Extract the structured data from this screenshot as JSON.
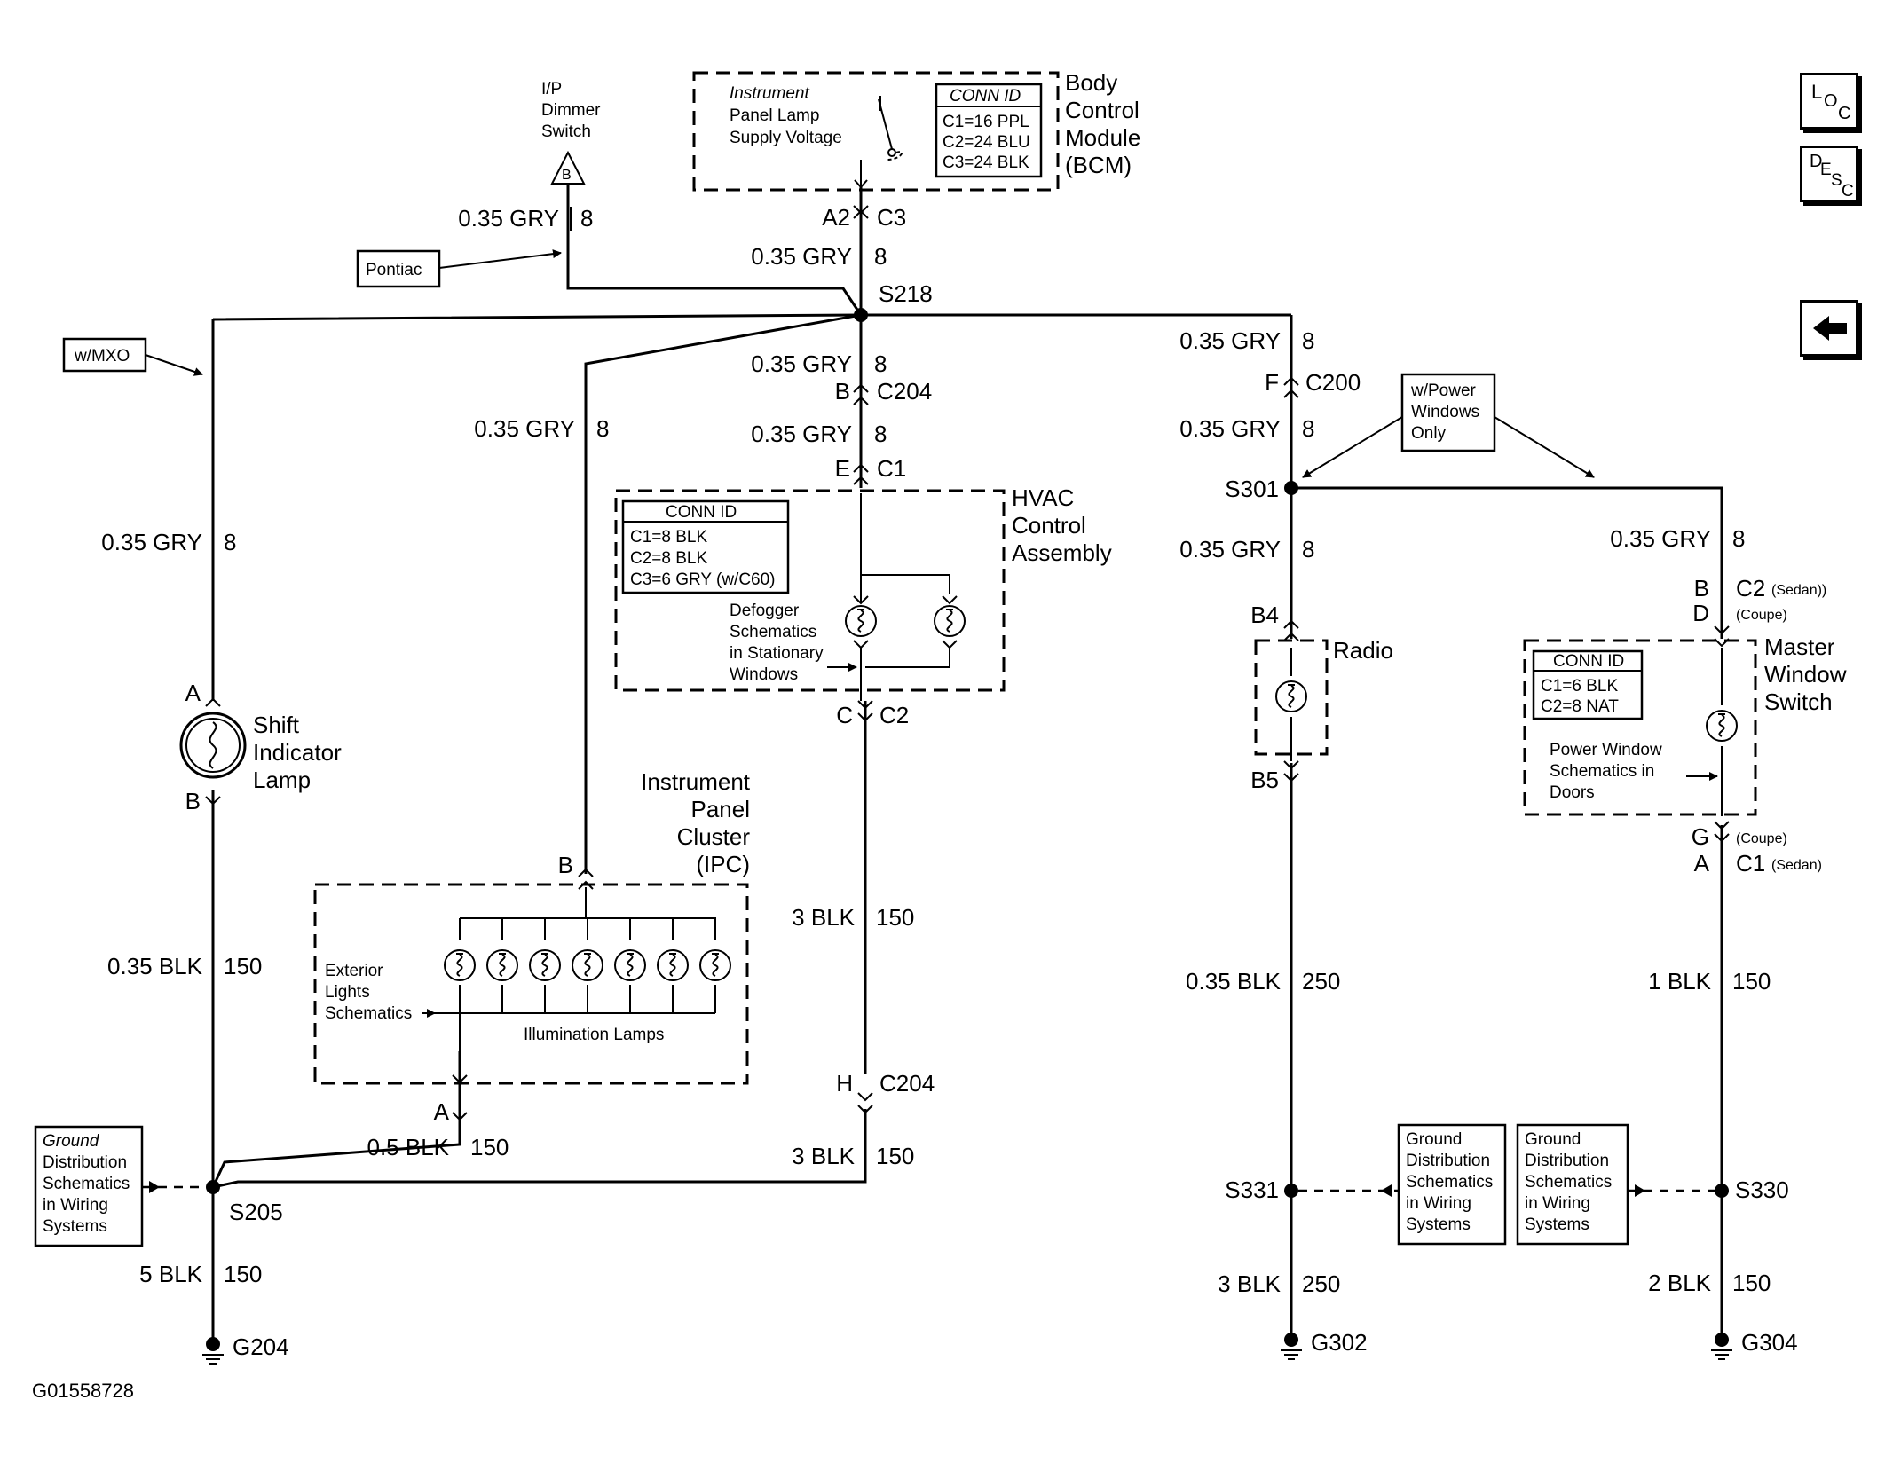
{
  "nav": {
    "loc": {
      "l1": "L",
      "l2": "O",
      "l3": "C"
    },
    "desc": {
      "l1": "D",
      "l2": "E",
      "l3": "S",
      "l4": "C"
    },
    "back_icon": "left-arrow-icon"
  },
  "modules": {
    "bcm": {
      "name": [
        "Body",
        "Control",
        "Module",
        "(BCM)"
      ],
      "inner": [
        "Instrument",
        "Panel Lamp",
        "Supply Voltage"
      ],
      "conn_title": "CONN ID",
      "conn": [
        "C1=16 PPL",
        "C2=24 BLU",
        "C3=24 BLK"
      ]
    },
    "hvac": {
      "name": [
        "HVAC",
        "Control",
        "Assembly"
      ],
      "conn_title": "CONN ID",
      "conn": [
        "C1=8 BLK",
        "C2=8 BLK",
        "C3=6 GRY (w/C60)"
      ],
      "note": [
        "Defogger",
        "Schematics",
        "in Stationary",
        "Windows"
      ]
    },
    "ipc": {
      "name": [
        "Instrument",
        "Panel",
        "Cluster",
        "(IPC)"
      ],
      "note": [
        "Exterior",
        "Lights",
        "Schematics"
      ],
      "lamps": "Illumination Lamps"
    },
    "radio": {
      "name": "Radio"
    },
    "mws": {
      "name": [
        "Master",
        "Window",
        "Switch"
      ],
      "conn_title": "CONN ID",
      "conn": [
        "C1=6 BLK",
        "C2=8 NAT"
      ],
      "note": [
        "Power Window",
        "Schematics in",
        "Doors"
      ]
    },
    "dimmer": {
      "name": [
        "I/P",
        "Dimmer",
        "Switch"
      ],
      "ref": "B"
    },
    "shift": {
      "name": [
        "Shift",
        "Indicator",
        "Lamp"
      ]
    }
  },
  "notes": {
    "pontiac": "Pontiac",
    "mxo": "w/MXO",
    "power_windows": [
      "w/Power",
      "Windows",
      "Only"
    ],
    "ground_dist": [
      "Ground",
      "Distribution",
      "Schematics",
      "in Wiring",
      "Systems"
    ]
  },
  "wires": {
    "dimmer": {
      "size": "0.35 GRY",
      "circuit": "8"
    },
    "bcm_out": {
      "size": "0.35 GRY",
      "circuit": "8"
    },
    "c204_top": {
      "size": "0.35 GRY",
      "circuit": "8"
    },
    "hvac_in": {
      "size": "0.35 GRY",
      "circuit": "8"
    },
    "ipc_feed": {
      "size": "0.35 GRY",
      "circuit": "8"
    },
    "shift_feed": {
      "size": "0.35 GRY",
      "circuit": "8"
    },
    "c200_top": {
      "size": "0.35 GRY",
      "circuit": "8"
    },
    "c200_bot": {
      "size": "0.35 GRY",
      "circuit": "8"
    },
    "radio_in": {
      "size": "0.35 GRY",
      "circuit": "8"
    },
    "mws_in": {
      "size": "0.35 GRY",
      "circuit": "8"
    },
    "shift_gnd": {
      "size": "0.35 BLK",
      "circuit": "150"
    },
    "ipc_gnd": {
      "size": "0.5 BLK",
      "circuit": "150"
    },
    "hvac_gnd": {
      "size": "3 BLK",
      "circuit": "150"
    },
    "hvac_gnd2": {
      "size": "3 BLK",
      "circuit": "150"
    },
    "s205_g204": {
      "size": "5 BLK",
      "circuit": "150"
    },
    "radio_gnd": {
      "size": "0.35 BLK",
      "circuit": "250"
    },
    "s331_g302": {
      "size": "3 BLK",
      "circuit": "250"
    },
    "mws_gnd": {
      "size": "1 BLK",
      "circuit": "150"
    },
    "s330_g304": {
      "size": "2 BLK",
      "circuit": "150"
    }
  },
  "connectors": {
    "bcm": {
      "pin": "A2",
      "conn": "C3"
    },
    "c204_top": {
      "pin": "B",
      "conn": "C204"
    },
    "hvac_c1": {
      "pin": "E",
      "conn": "C1"
    },
    "hvac_c2": {
      "pin": "C",
      "conn": "C2"
    },
    "c204_bot": {
      "pin": "H",
      "conn": "C204"
    },
    "c200": {
      "pin": "F",
      "conn": "C200"
    },
    "radio_top": {
      "pin": "B4"
    },
    "radio_bot": {
      "pin": "B5"
    },
    "mws_top": {
      "pin1": "B",
      "conn1": "C2",
      "note1": "(Sedan))",
      "pin2": "D",
      "note2": "(Coupe)"
    },
    "mws_bot": {
      "pin1": "G",
      "note1": "(Coupe)",
      "pin2": "A",
      "conn2": "C1",
      "note2": "(Sedan)"
    },
    "ipc_top": {
      "pin": "B"
    },
    "ipc_bot": {
      "pin": "A"
    },
    "shift_top": {
      "pin": "A"
    },
    "shift_bot": {
      "pin": "B"
    }
  },
  "splices": {
    "s218": "S218",
    "s301": "S301",
    "s205": "S205",
    "s331": "S331",
    "s330": "S330"
  },
  "grounds": {
    "g204": "G204",
    "g302": "G302",
    "g304": "G304"
  },
  "figure_code": "G01558728"
}
